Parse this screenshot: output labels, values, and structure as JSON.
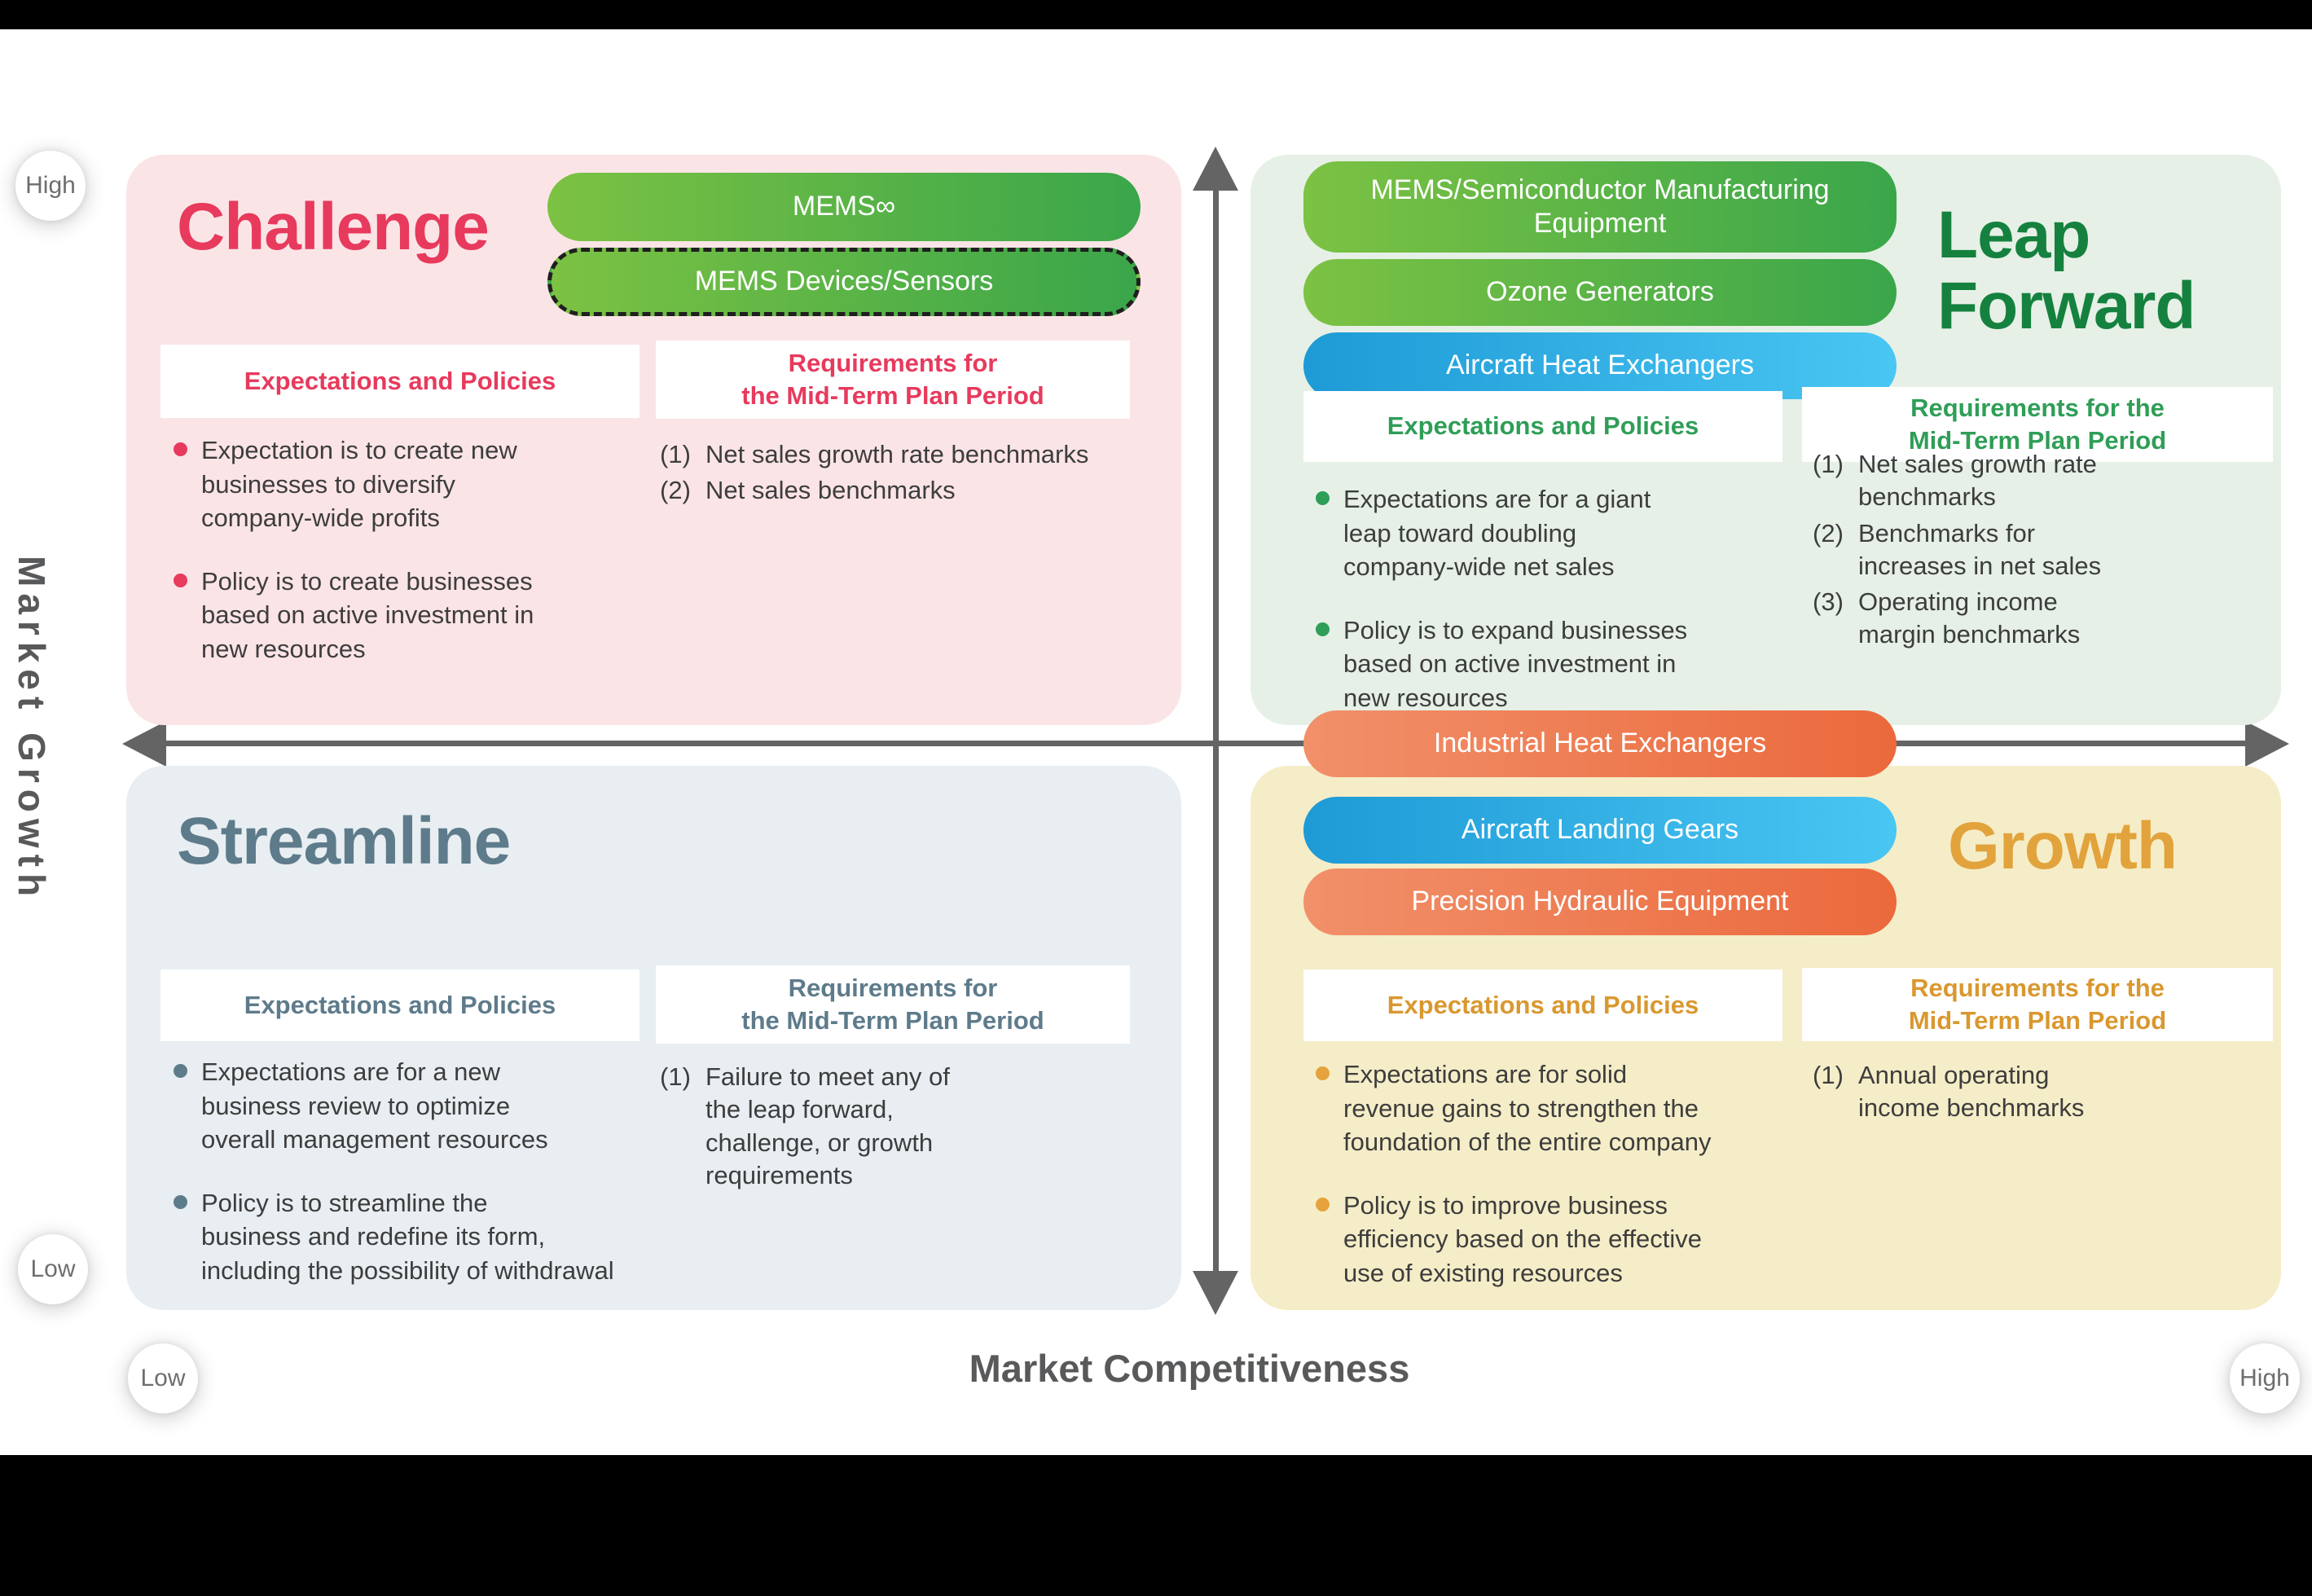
{
  "colors": {
    "challenge_accent": "#e73a5d",
    "leap_title": "#15813f",
    "leap_header": "#2f9e57",
    "streamline_accent": "#5e7b8b",
    "growth_accent": "#e2a33c",
    "panel_challenge_bg": "#fbe4e6",
    "panel_leap_bg": "#e6f0e6",
    "panel_streamline_bg": "#e8eef1",
    "panel_growth_bg": "#f5edc7",
    "green_pill": [
      "#7cc243",
      "#3aa64a"
    ],
    "blue_pill": [
      "#1e9ad6",
      "#4ac6f3"
    ],
    "orange_pill": [
      "#f1906a",
      "#eb693c"
    ],
    "axis": "#646464",
    "body_text": "#3d3d3d"
  },
  "axes": {
    "y_label": "Market Growth",
    "x_label": "Market Competitiveness",
    "y_high": "High",
    "y_low": "Low",
    "x_low": "Low",
    "x_high": "High"
  },
  "quadrants": {
    "challenge": {
      "title": "Challenge",
      "products": [
        {
          "label": "MEMS∞"
        },
        {
          "label": "MEMS Devices/Sensors"
        }
      ],
      "expectations_header": "Expectations and Policies",
      "requirements_header": "Requirements for\nthe Mid-Term Plan Period",
      "expectations": [
        "Expectation is to create new\nbusinesses to diversify\ncompany-wide profits",
        "Policy is to create businesses\nbased on active investment in\nnew resources"
      ],
      "requirements": [
        {
          "num": "(1)",
          "text": "Net sales growth rate benchmarks"
        },
        {
          "num": "(2)",
          "text": "Net sales benchmarks"
        }
      ]
    },
    "leap_forward": {
      "title": "Leap\nForward",
      "products": [
        {
          "label": "MEMS/Semiconductor Manufacturing\nEquipment"
        },
        {
          "label": "Ozone Generators"
        },
        {
          "label": "Aircraft Heat Exchangers"
        }
      ],
      "expectations_header": "Expectations and Policies",
      "requirements_header": "Requirements for the\nMid-Term Plan Period",
      "expectations": [
        "Expectations are for a giant\nleap toward doubling\ncompany-wide net sales",
        "Policy is to expand businesses\nbased on active investment in\nnew resources"
      ],
      "requirements": [
        {
          "num": "(1)",
          "text": "Net sales growth rate\nbenchmarks"
        },
        {
          "num": "(2)",
          "text": "Benchmarks for\nincreases in net sales"
        },
        {
          "num": "(3)",
          "text": "Operating income\nmargin benchmarks"
        }
      ]
    },
    "streamline": {
      "title": "Streamline",
      "products": [],
      "expectations_header": "Expectations and Policies",
      "requirements_header": "Requirements for\nthe Mid-Term Plan Period",
      "expectations": [
        "Expectations are for a new\nbusiness review to optimize\noverall management resources",
        "Policy is to streamline the\nbusiness and redefine its form,\nincluding the possibility of withdrawal"
      ],
      "requirements": [
        {
          "num": "(1)",
          "text": "Failure to meet any of\nthe leap forward,\nchallenge, or growth\nrequirements"
        }
      ]
    },
    "growth": {
      "title": "Growth",
      "products": [
        {
          "label": "Industrial Heat Exchangers"
        },
        {
          "label": "Aircraft Landing Gears"
        },
        {
          "label": "Precision Hydraulic Equipment"
        }
      ],
      "expectations_header": "Expectations and Policies",
      "requirements_header": "Requirements for the\nMid-Term Plan Period",
      "expectations": [
        "Expectations are for solid\nrevenue gains to strengthen the\nfoundation of the entire company",
        "Policy is to improve business\nefficiency based on the effective\nuse of existing resources"
      ],
      "requirements": [
        {
          "num": "(1)",
          "text": "Annual operating\nincome benchmarks"
        }
      ]
    }
  }
}
